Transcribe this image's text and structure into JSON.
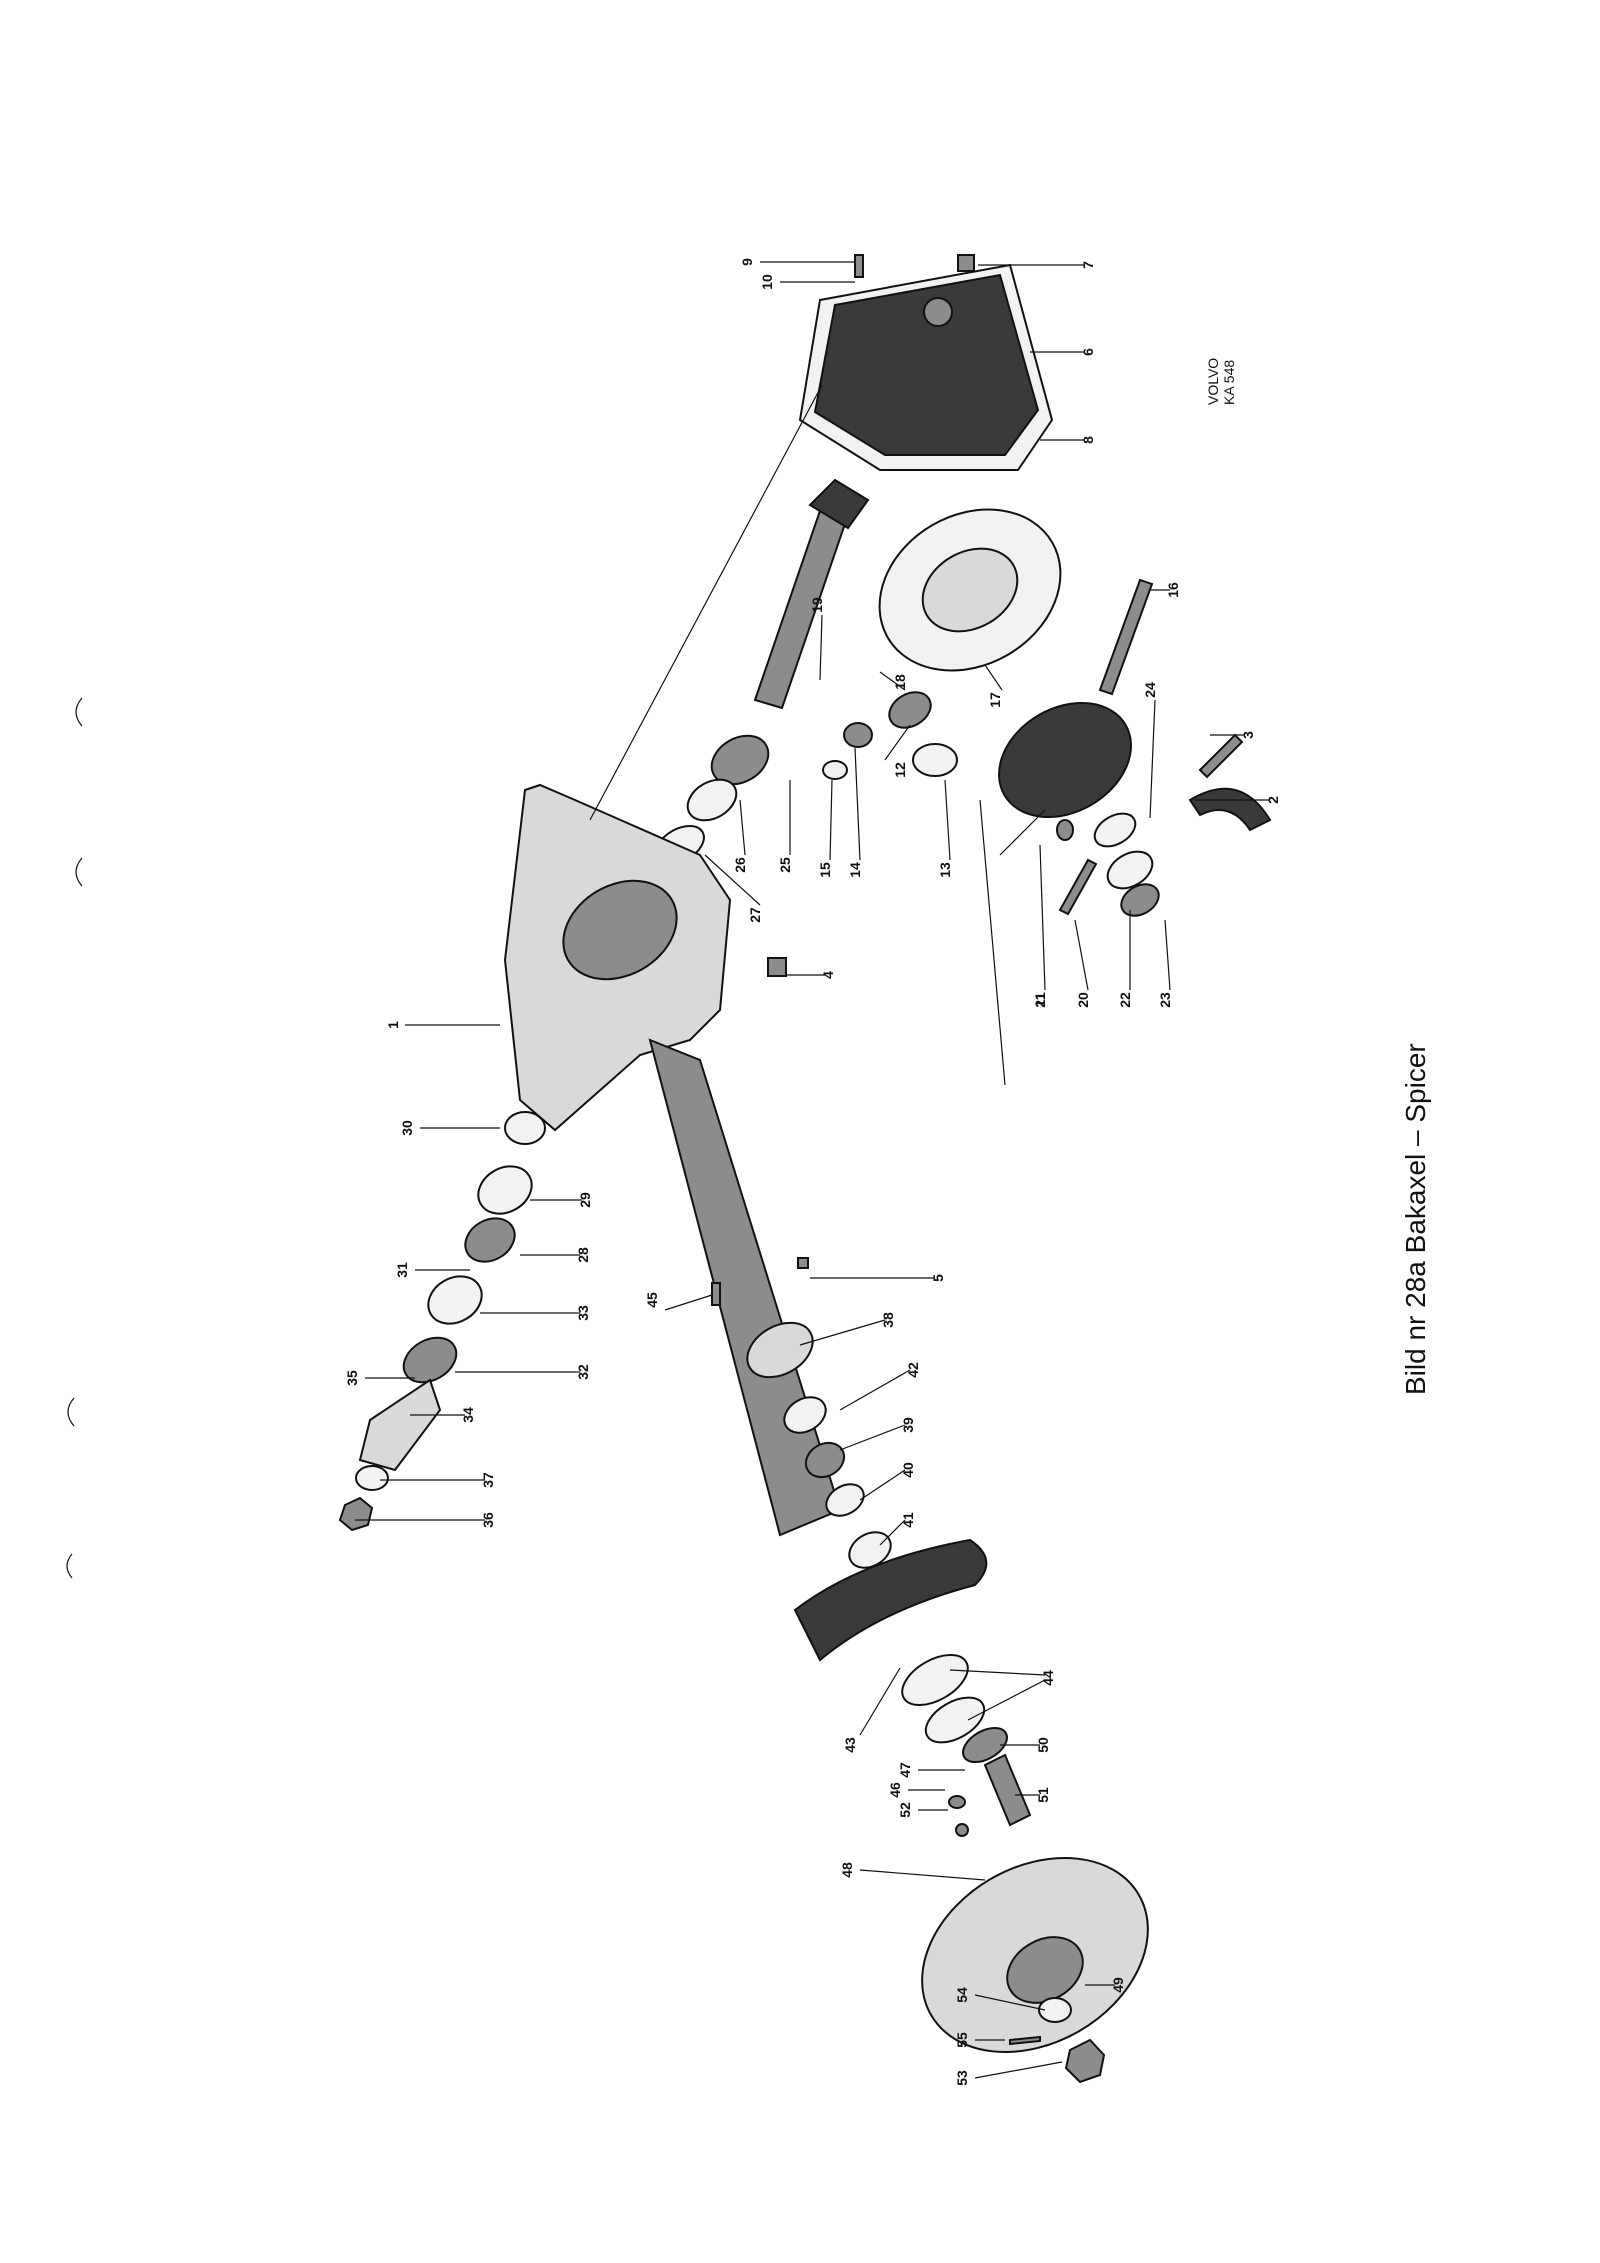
{
  "caption": "Bild nr 28a  Bakaxel – Spicer",
  "drawing_code": {
    "line1": "VOLVO",
    "line2": "KA 548"
  },
  "callouts": [
    "1",
    "2",
    "3",
    "4",
    "5",
    "6",
    "7",
    "8",
    "9",
    "10",
    "11",
    "12",
    "13",
    "14",
    "15",
    "16",
    "17",
    "18",
    "19",
    "20",
    "21",
    "22",
    "23",
    "24",
    "25",
    "26",
    "27",
    "28",
    "29",
    "30",
    "31",
    "32",
    "33",
    "34",
    "35",
    "36",
    "37",
    "38",
    "39",
    "40",
    "41",
    "42",
    "43",
    "44",
    "45",
    "46",
    "47",
    "48",
    "49",
    "50",
    "51",
    "52",
    "53",
    "54",
    "55"
  ],
  "colors": {
    "ink": "#111111",
    "paper": "#ffffff"
  }
}
